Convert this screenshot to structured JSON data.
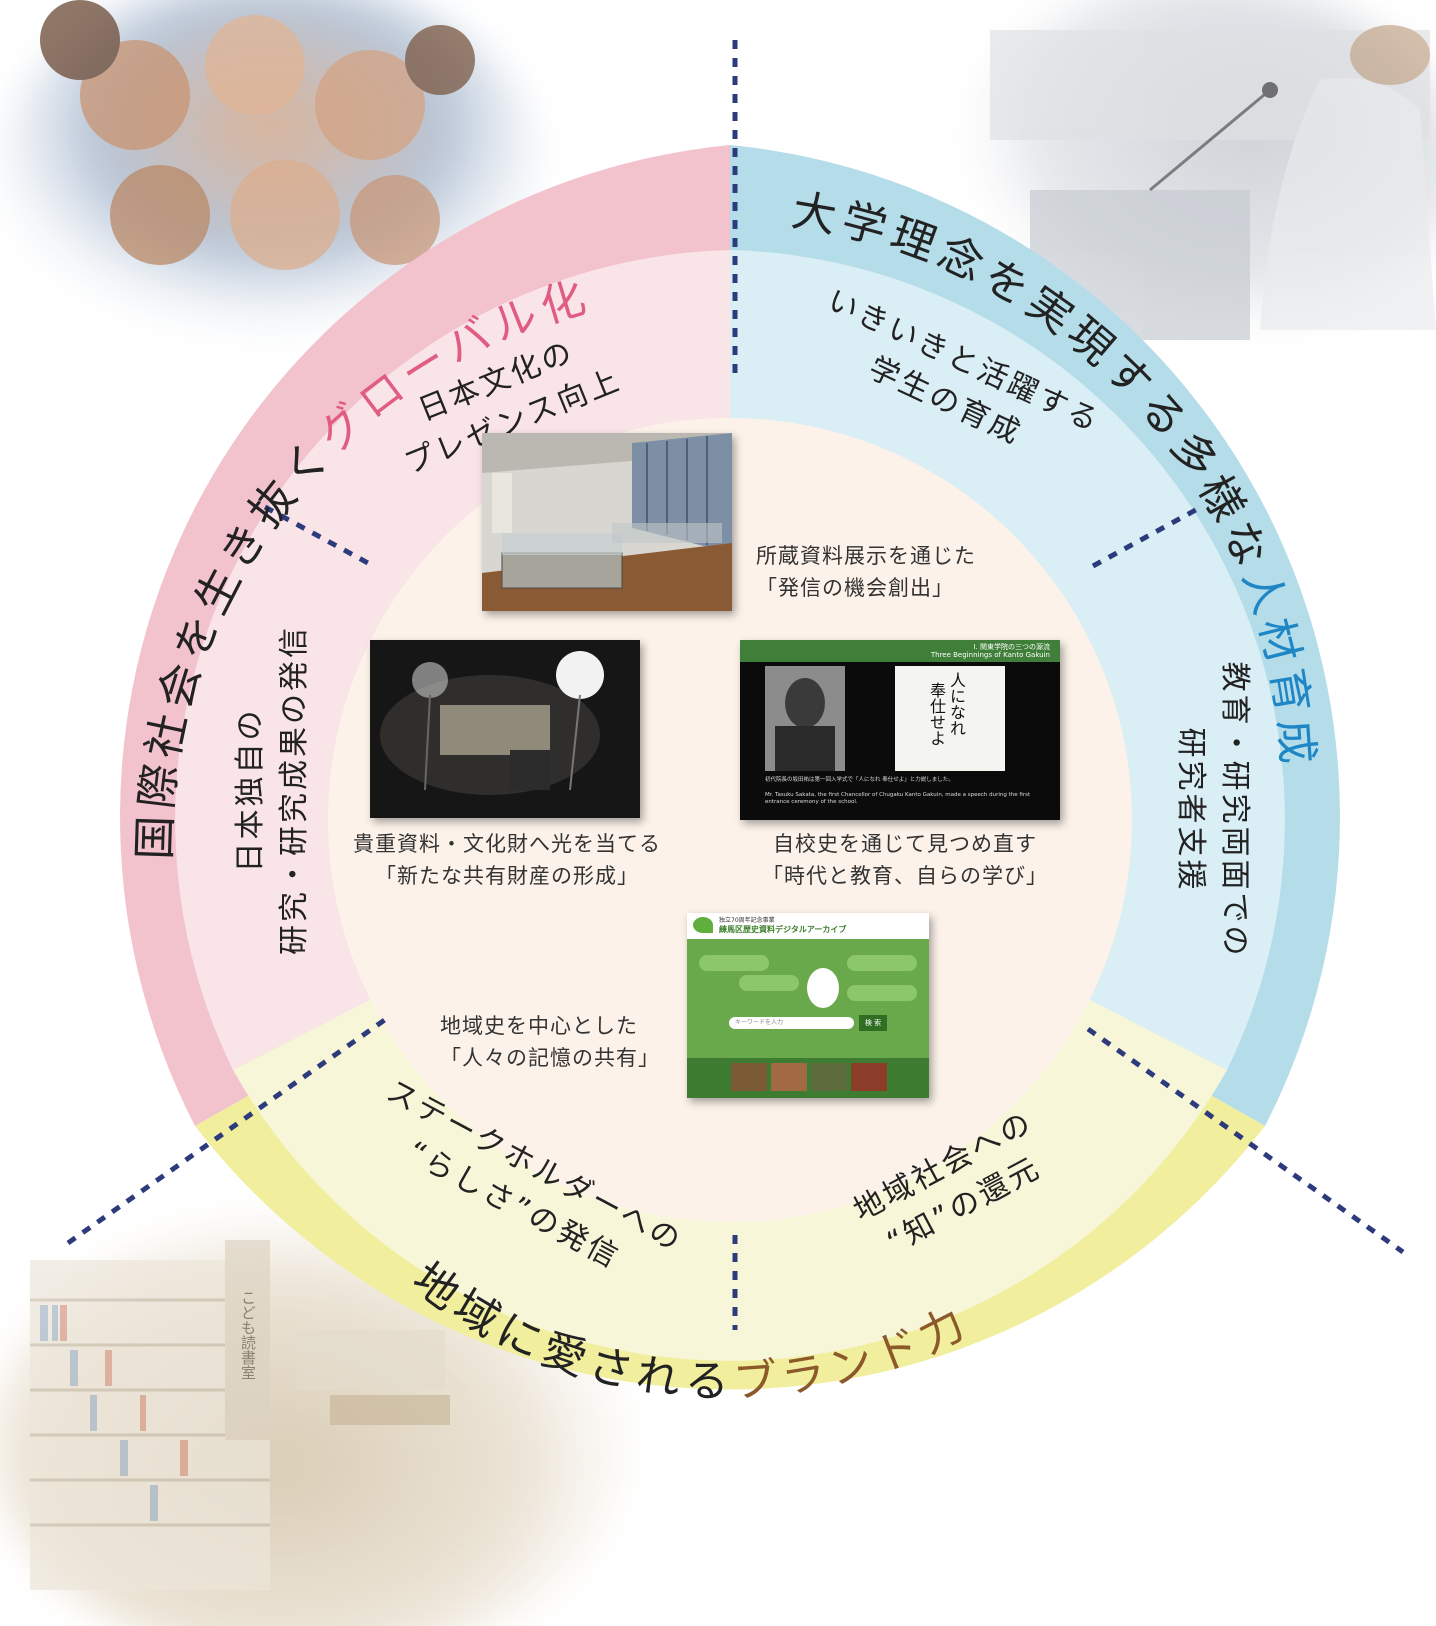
{
  "outer_ring": {
    "top_left": {
      "prefix": "国際社会を生き抜く",
      "accent": "グローバル化"
    },
    "top_right": {
      "prefix": "大学理念を実現する多様な",
      "accent": "人材育成"
    },
    "bottom": {
      "prefix": "地域に愛される",
      "accent": "ブランド力"
    }
  },
  "inner_ring": {
    "nihon_bunka": [
      "日本文化の",
      "プレゼンス向上"
    ],
    "ikiiki": [
      "いきいきと活躍する",
      "学生の育成"
    ],
    "kyouiku": [
      "教育・研究両面での",
      "研究者支援"
    ],
    "chiiki_shakai": [
      "地域社会への",
      "“知”の還元"
    ],
    "stakeholder": [
      "ステークホルダーへの",
      "“らしさ”の発信"
    ],
    "nihon_dokuji": [
      "日本独自の",
      "研究・研究成果の発信"
    ]
  },
  "center": {
    "exhibit": [
      "所蔵資料展示を通じた",
      "「発信の機会創出」"
    ],
    "cultural": [
      "貴重資料・文化財へ光を当てる",
      "「新たな共有財産の形成」"
    ],
    "school_history": [
      "自校史を通じて見つめ直す",
      "「時代と教育、自らの学び」"
    ],
    "local_history": [
      "地域史を中心とした",
      "「人々の記憶の共有」"
    ]
  },
  "thumb_school": {
    "header": "I. 関東学院の三つの源流",
    "header_en": "Three Beginnings of Kanto Gakuin",
    "calligraphy": [
      "人になれ",
      "奉仕せよ"
    ],
    "body": "初代院長の坂田祐は第一回入学式で「人になれ 奉仕せよ」と力説しました。",
    "body_en": "Mr. Tasuku Sakata, the first Chancellor of Chugaku Kanto Gakuin, made a speech during the first entrance ceremony of the school."
  },
  "thumb_archive": {
    "title_small": "独立70周年記念事業",
    "title": "練馬区歴史資料デジタルアーカイブ",
    "search_placeholder": "キーワードを入力",
    "search_button": "検 索"
  },
  "photo_library": {
    "sign": "こども読書室"
  },
  "colors": {
    "pink_outer": "#f2c2cd",
    "pink_inner": "#f9e4e8",
    "blue_outer": "#b5dde9",
    "blue_inner": "#daeef5",
    "yellow_outer": "#f1ee9d",
    "yellow_inner": "#f7f6d9",
    "center": "#fcf2ea",
    "accent_pink": "#e05c83",
    "accent_blue": "#1f86c6",
    "accent_brown": "#8c5a2a",
    "dots": "#2d3a7c"
  }
}
